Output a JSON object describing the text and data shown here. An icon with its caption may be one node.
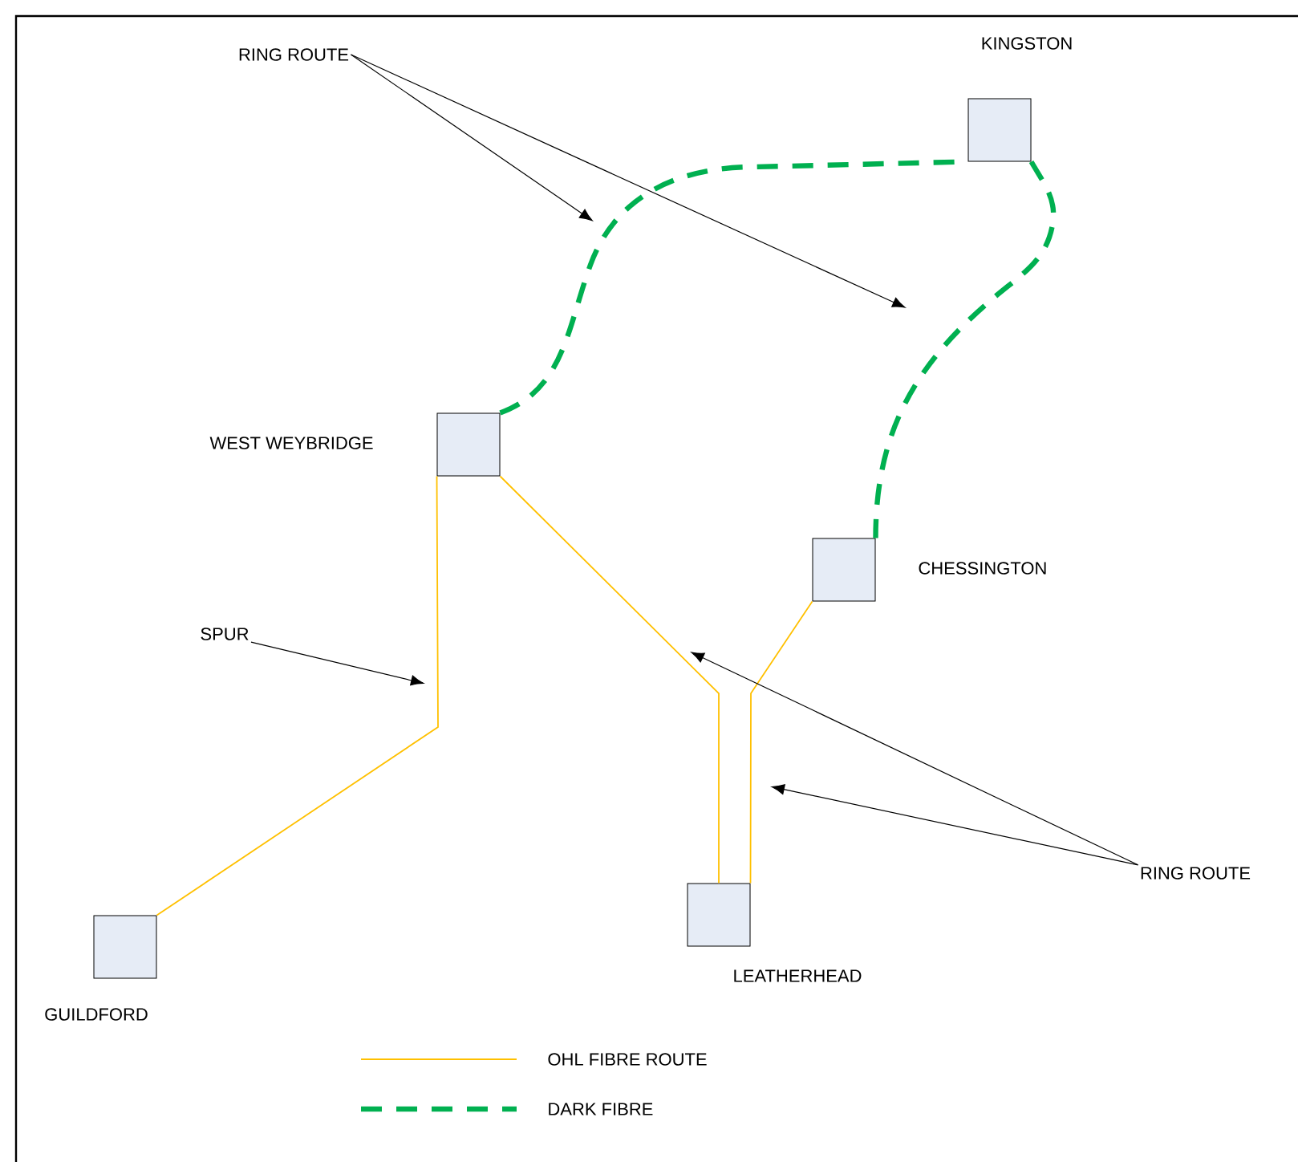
{
  "diagram": {
    "nodes": [
      {
        "text": [
          "RING ROUTE"
        ]
      },
      {
        "text": [
          "KINGSTON"
        ]
      },
      {
        "text": [
          "WEST WEYBRIDGE"
        ]
      },
      {
        "text": [
          "CHESSINGTON"
        ]
      },
      {
        "text": [
          "SPUR"
        ]
      },
      {
        "text": [
          "RING ROUTE"
        ]
      },
      {
        "text": [
          "LEATHERHEAD"
        ]
      },
      {
        "text": [
          "GUILDFORD"
        ]
      }
    ],
    "edges": [
      {
        "from": 2,
        "to": 1,
        "arrow": "none",
        "style": "dashed",
        "color": "#00b050"
      },
      {
        "from": 1,
        "to": 3,
        "arrow": "none",
        "style": "dashed",
        "color": "#00b050"
      },
      {
        "from": 2,
        "to": 6,
        "arrow": "none",
        "color": "#ffc000"
      },
      {
        "from": 3,
        "to": 6,
        "arrow": "none",
        "color": "#ffc000"
      },
      {
        "from": 2,
        "to": 7,
        "arrow": "none",
        "color": "#ffc000"
      },
      {
        "from": 0,
        "to": null,
        "arrow": "to"
      },
      {
        "from": 0,
        "to": null,
        "arrow": "to"
      },
      {
        "from": 4,
        "to": null,
        "arrow": "to"
      },
      {
        "from": 5,
        "to": null,
        "arrow": "to"
      },
      {
        "from": 5,
        "to": null,
        "arrow": "to"
      }
    ],
    "legend": [
      {
        "text": "OHL FIBRE ROUTE"
      },
      {
        "text": "DARK FIBRE"
      }
    ]
  }
}
